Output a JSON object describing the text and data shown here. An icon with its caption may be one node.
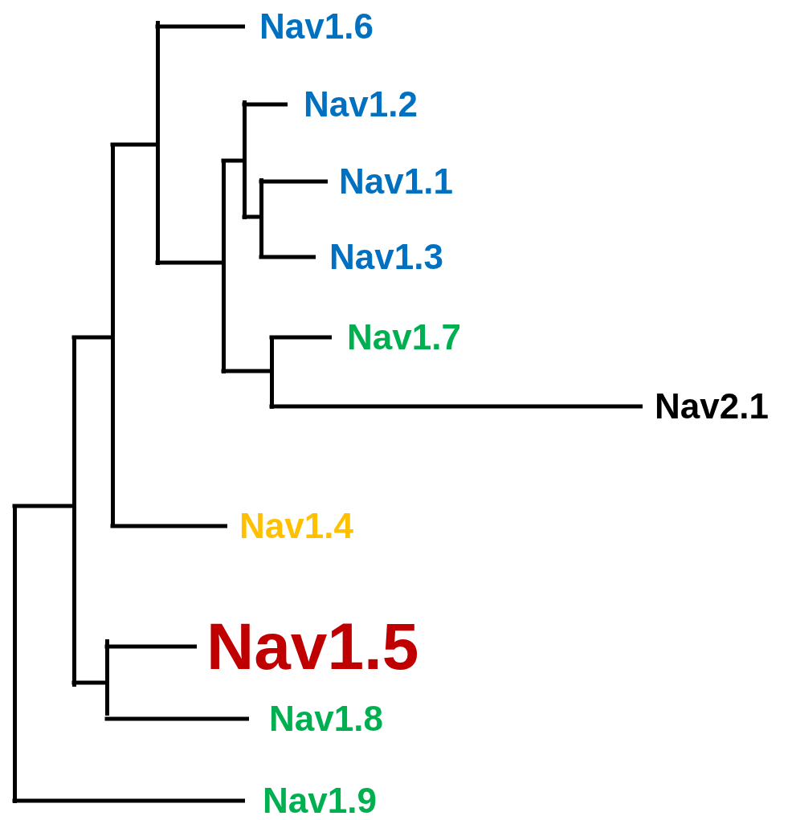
{
  "diagram": {
    "nodes": [
      {
        "text": [
          "Nav1.6"
        ]
      },
      {
        "text": [
          "Nav1.2"
        ]
      },
      {
        "text": [
          "Nav1.1"
        ]
      },
      {
        "text": [
          "Nav1.3"
        ]
      },
      {
        "text": [
          "Nav1.7"
        ]
      },
      {
        "text": [
          "Nav2.1"
        ]
      },
      {
        "text": [
          "Nav1.4"
        ]
      },
      {
        "text": [
          "Nav1.5"
        ]
      },
      {
        "text": [
          "Nav1.8"
        ]
      },
      {
        "text": [
          "Nav1.9"
        ]
      },
      {
        "text": [],
        "shape": "bar"
      },
      {
        "text": [],
        "shape": "bar"
      },
      {
        "text": [],
        "shape": "bar"
      },
      {
        "text": [],
        "shape": "bar"
      },
      {
        "text": [],
        "shape": "bar"
      },
      {
        "text": [],
        "shape": "bar"
      },
      {
        "text": [],
        "shape": "bar"
      },
      {
        "text": [],
        "shape": "bar"
      },
      {
        "text": [],
        "shape": "bar"
      }
    ],
    "edges": [
      {
        "from": 10,
        "to": 11,
        "arrow": "none"
      },
      {
        "from": 10,
        "to": 9,
        "arrow": "none"
      },
      {
        "from": 11,
        "to": 12,
        "arrow": "none"
      },
      {
        "from": 11,
        "to": 18,
        "arrow": "none"
      },
      {
        "from": 12,
        "to": 13,
        "arrow": "none"
      },
      {
        "from": 12,
        "to": 6,
        "arrow": "none"
      },
      {
        "from": 13,
        "to": 0,
        "arrow": "none"
      },
      {
        "from": 13,
        "to": 14,
        "arrow": "none"
      },
      {
        "from": 14,
        "to": 15,
        "arrow": "none"
      },
      {
        "from": 14,
        "to": 17,
        "arrow": "none"
      },
      {
        "from": 15,
        "to": 1,
        "arrow": "none"
      },
      {
        "from": 15,
        "to": 16,
        "arrow": "none"
      },
      {
        "from": 16,
        "to": 2,
        "arrow": "none"
      },
      {
        "from": 16,
        "to": 3,
        "arrow": "none"
      },
      {
        "from": 17,
        "to": 4,
        "arrow": "none"
      },
      {
        "from": 17,
        "to": 5,
        "arrow": "none"
      },
      {
        "from": 18,
        "to": 7,
        "arrow": "none"
      },
      {
        "from": 18,
        "to": 8,
        "arrow": "none"
      }
    ]
  }
}
